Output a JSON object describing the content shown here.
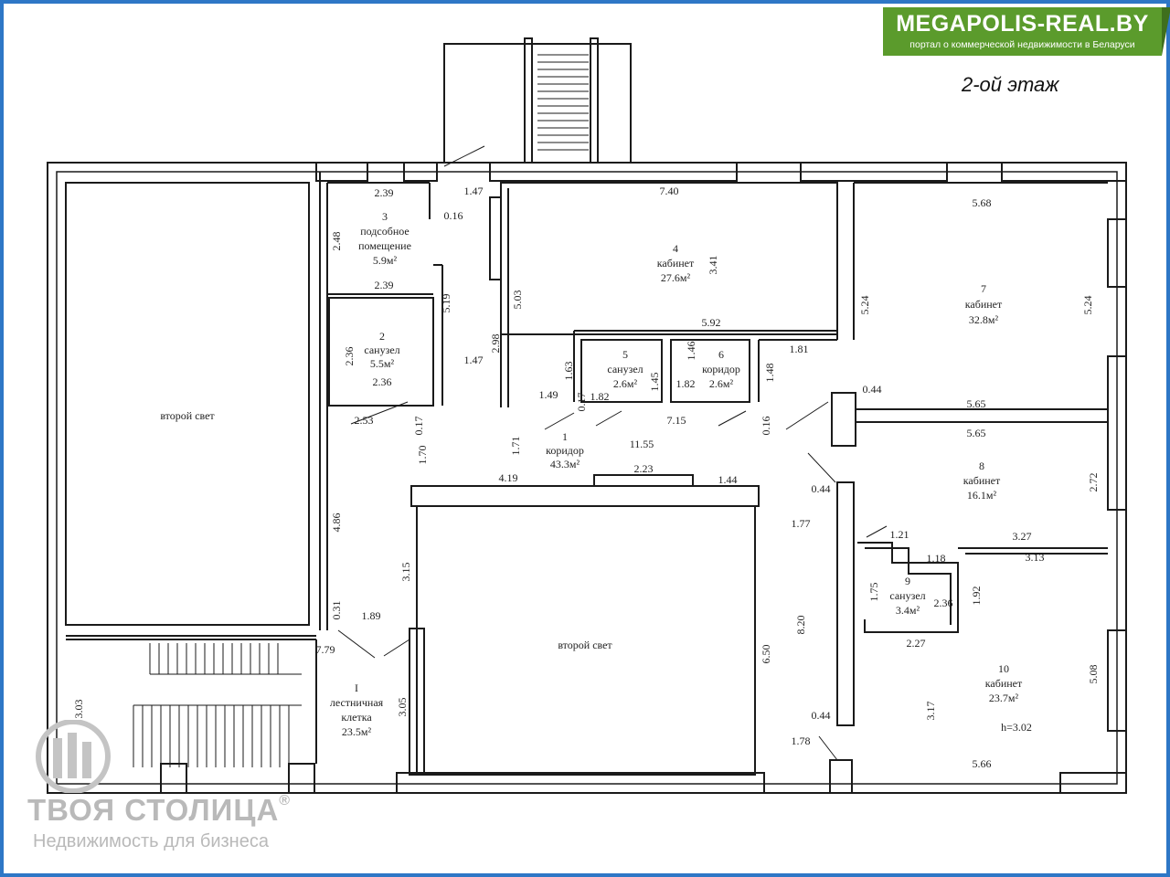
{
  "brand": {
    "title": "MEGAPOLIS-REAL.BY",
    "subtitle": "портал о коммерческой недвижимости в Беларуси",
    "color": "#5b9b2c"
  },
  "floor_label": "2-ой этаж",
  "rooms": [
    {
      "id": "1",
      "name": "коридор",
      "area": "43.3м²"
    },
    {
      "id": "2",
      "name": "санузел",
      "area": "5.5м²"
    },
    {
      "id": "3",
      "name": "подсобное",
      "name2": "помещение",
      "area": "5.9м²"
    },
    {
      "id": "4",
      "name": "кабинет",
      "area": "27.6м²"
    },
    {
      "id": "5",
      "name": "санузел",
      "area": "2.6м²"
    },
    {
      "id": "6",
      "name": "коридор",
      "area": "2.6м²"
    },
    {
      "id": "7",
      "name": "кабинет",
      "area": "32.8м²"
    },
    {
      "id": "8",
      "name": "кабинет",
      "area": "16.1м²"
    },
    {
      "id": "9",
      "name": "санузел",
      "area": "3.4м²"
    },
    {
      "id": "10",
      "name": "кабинет",
      "area": "23.7м²",
      "note": "h=3.02"
    },
    {
      "id": "I",
      "name": "лестничная",
      "name2": "клетка",
      "area": "23.5м²"
    }
  ],
  "voids": [
    "второй свет",
    "второй свет"
  ],
  "dimensions": [
    "2.39",
    "1.47",
    "0.16",
    "2.48",
    "2.39",
    "5.19",
    "2.36",
    "2.36",
    "2.53",
    "0.17",
    "1.70",
    "4.86",
    "0.31",
    "1.89",
    "7.79",
    "3.03",
    "3.15",
    "3.05",
    "7.40",
    "3.41",
    "5.03",
    "2.98",
    "1.47",
    "5.92",
    "1.63",
    "1.49",
    "0.17",
    "1.82",
    "1.45",
    "1.46",
    "1.82",
    "1.48",
    "1.81",
    "7.15",
    "0.16",
    "1.71",
    "11.55",
    "4.19",
    "2.23",
    "1.44",
    "5.68",
    "5.24",
    "5.24",
    "0.44",
    "5.65",
    "5.65",
    "2.72",
    "0.44",
    "1.77",
    "1.21",
    "3.27",
    "1.18",
    "3.13",
    "1.75",
    "2.36",
    "1.92",
    "2.27",
    "8.20",
    "6.50",
    "0.44",
    "3.17",
    "5.08",
    "1.78",
    "5.66"
  ],
  "watermark": {
    "title": "ТВОЯ СТОЛИЦА",
    "registered": "®",
    "subtitle": "Недвижимость для бизнеса"
  }
}
